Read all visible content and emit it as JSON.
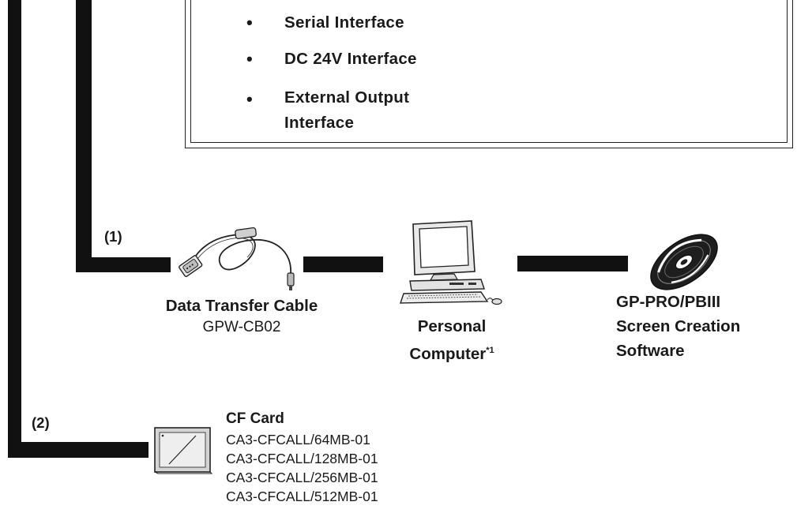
{
  "interfaces": {
    "items": [
      "Serial Interface",
      "DC 24V Interface"
    ],
    "external_line1": "External Output",
    "external_line2": "Interface"
  },
  "connections": {
    "path1_label": "(1)",
    "path2_label": "(2)"
  },
  "cable": {
    "name": "Data Transfer Cable",
    "model": "GPW-CB02"
  },
  "computer": {
    "line1": "Personal",
    "line2": "Computer",
    "footnote": "*1"
  },
  "software": {
    "line1": "GP-PRO/PBIII",
    "line2": "Screen Creation",
    "line3": "Software"
  },
  "cf_card": {
    "title": "CF Card",
    "models": [
      "CA3-CFCALL/64MB-01",
      "CA3-CFCALL/128MB-01",
      "CA3-CFCALL/256MB-01",
      "CA3-CFCALL/512MB-01"
    ]
  }
}
